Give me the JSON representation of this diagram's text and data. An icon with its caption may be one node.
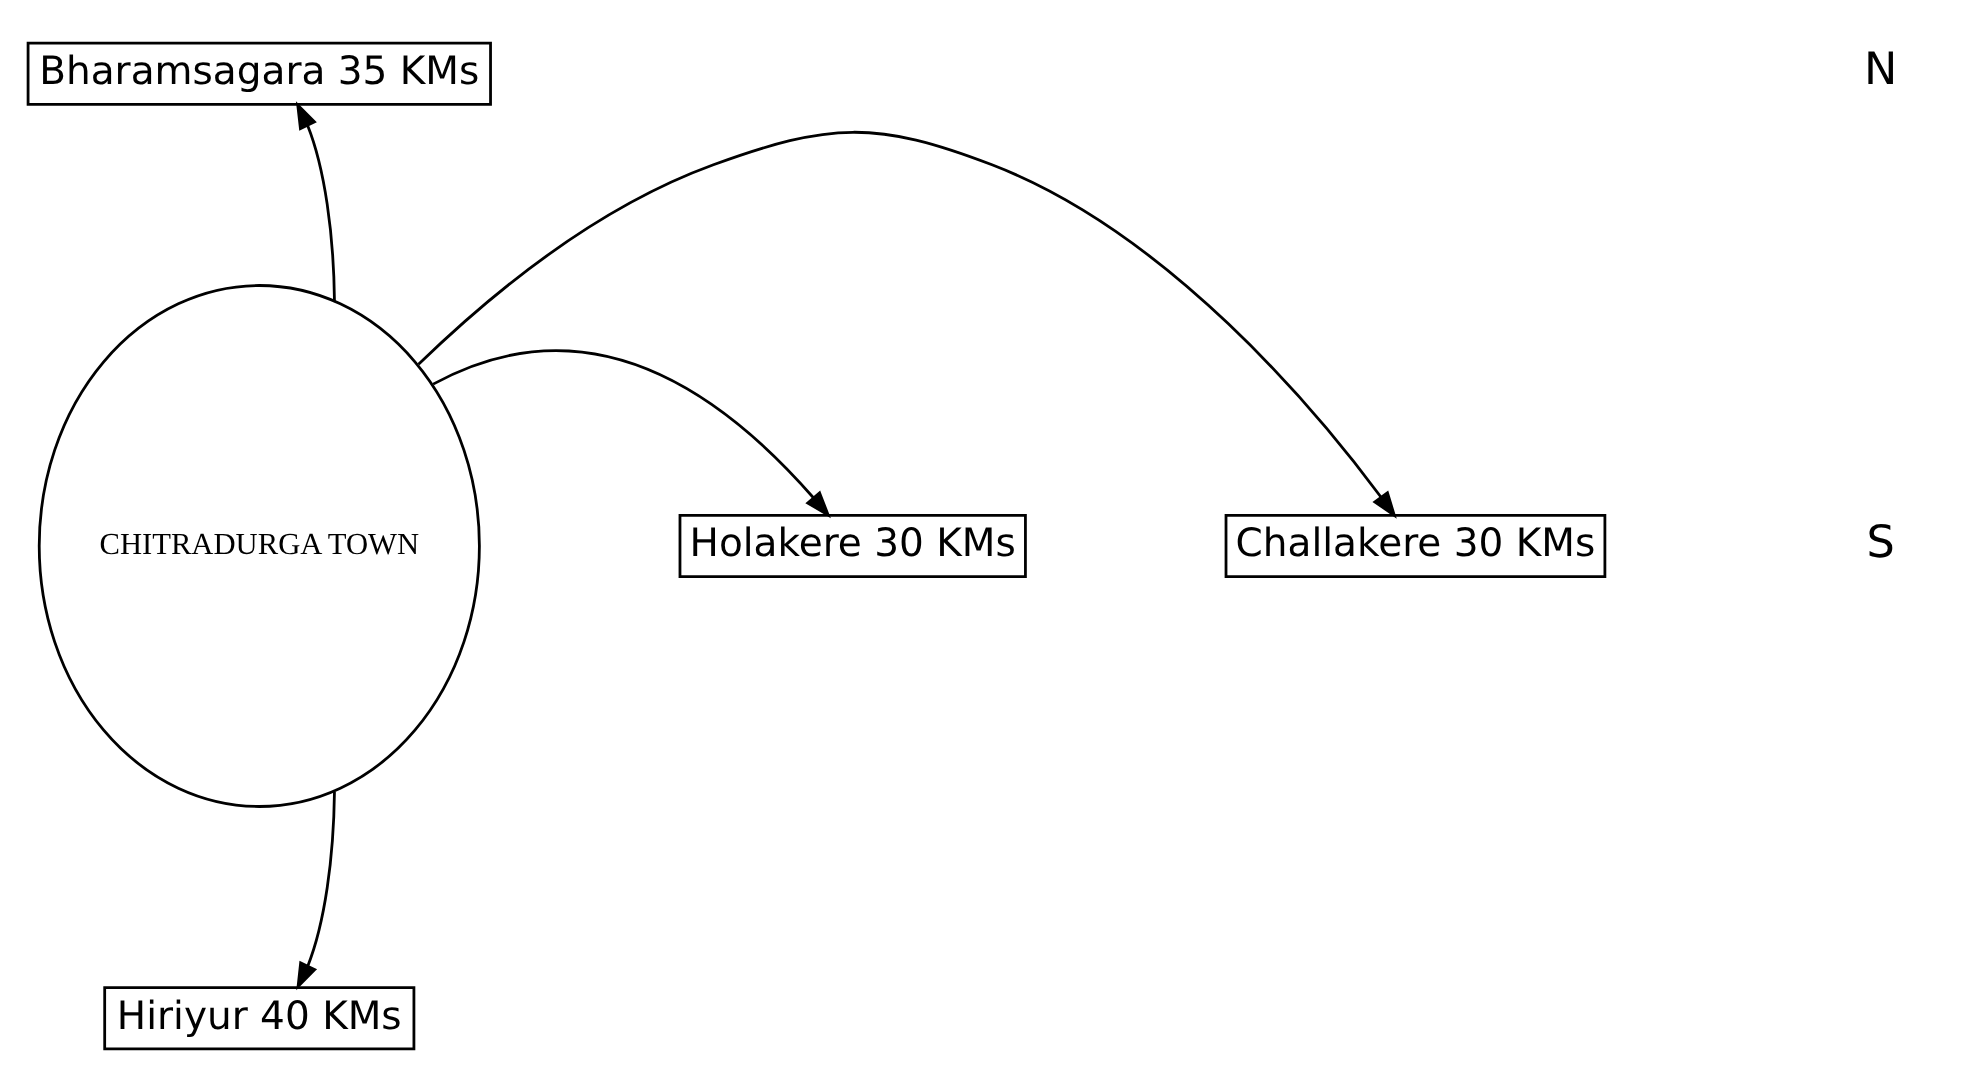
{
  "diagram": {
    "nodes": [
      {
        "text": [
          "CHITRADURGA TOWN"
        ]
      },
      {
        "text": [
          "Bharamsagara 35 KMs"
        ]
      },
      {
        "text": [
          "Holakere 30 KMs"
        ]
      },
      {
        "text": [
          "Challakere 30 KMs"
        ]
      },
      {
        "text": [
          "Hiriyur 40 KMs"
        ]
      }
    ],
    "edges": [
      {
        "from": 0,
        "to": 1,
        "arrow": "to"
      },
      {
        "from": 0,
        "to": 2,
        "arrow": "to"
      },
      {
        "from": 0,
        "to": 3,
        "arrow": "to"
      },
      {
        "from": 0,
        "to": 4,
        "arrow": "to"
      }
    ],
    "labels": [
      "N",
      "S"
    ]
  }
}
